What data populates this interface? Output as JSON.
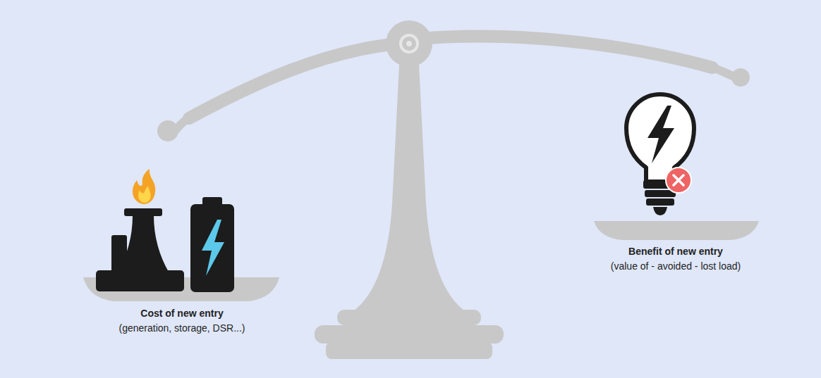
{
  "diagram": {
    "labels": [
      "Cost of new entry",
      "(generation, storage, DSR...)",
      "Benefit of new entry",
      "(value of - avoided - lost load)"
    ]
  }
}
